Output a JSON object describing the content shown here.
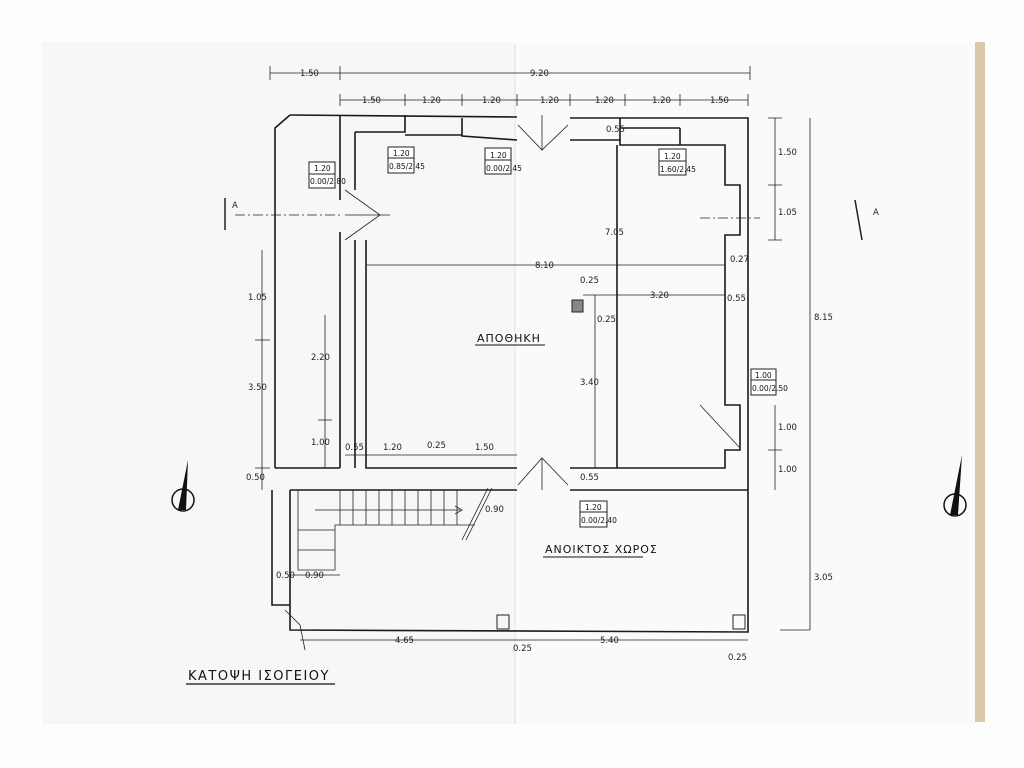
{
  "drawing": {
    "title": "ΚΑΤΟΨΗ ΙΣΟΓΕΙΟΥ",
    "rooms": {
      "storage": "ΑΠΟΘΗΚΗ",
      "open_space": "ΑΝΟΙΚΤΟΣ ΧΩΡΟΣ"
    },
    "section_marker": "A",
    "dimensions": {
      "top_overall": [
        "1.50",
        "9.20"
      ],
      "top_row": [
        "1.50",
        "1.20",
        "1.20",
        "1.20",
        "1.20",
        "1.20",
        "1.50"
      ],
      "right": [
        "1.50",
        "1.05",
        "0.27",
        "8.15",
        "1.00",
        "1.00",
        "3.05"
      ],
      "left": [
        "1.05",
        "3.50",
        "0.50",
        "2.20",
        "1.00",
        "0.55"
      ],
      "interior": [
        "8.10",
        "0.25",
        "3.20",
        "0.55",
        "0.25",
        "3.40",
        "7.05",
        "0.55",
        "1.20",
        "0.25",
        "1.50",
        "0.55",
        "0.90"
      ],
      "bottom": [
        "0.50",
        "0.90",
        "4.65",
        "5.40",
        "0.25",
        "0.25"
      ]
    },
    "openings": [
      {
        "width": "1.20",
        "sill_head": "0.00/2.80"
      },
      {
        "width": "1.20",
        "sill_head": "0.85/2.45"
      },
      {
        "width": "1.20",
        "sill_head": "0.00/2.45"
      },
      {
        "width": "1.20",
        "sill_head": "1.60/2.45"
      },
      {
        "width": "1.00",
        "sill_head": "0.00/2.50"
      },
      {
        "width": "1.20",
        "sill_head": "0.00/2.40"
      }
    ]
  }
}
